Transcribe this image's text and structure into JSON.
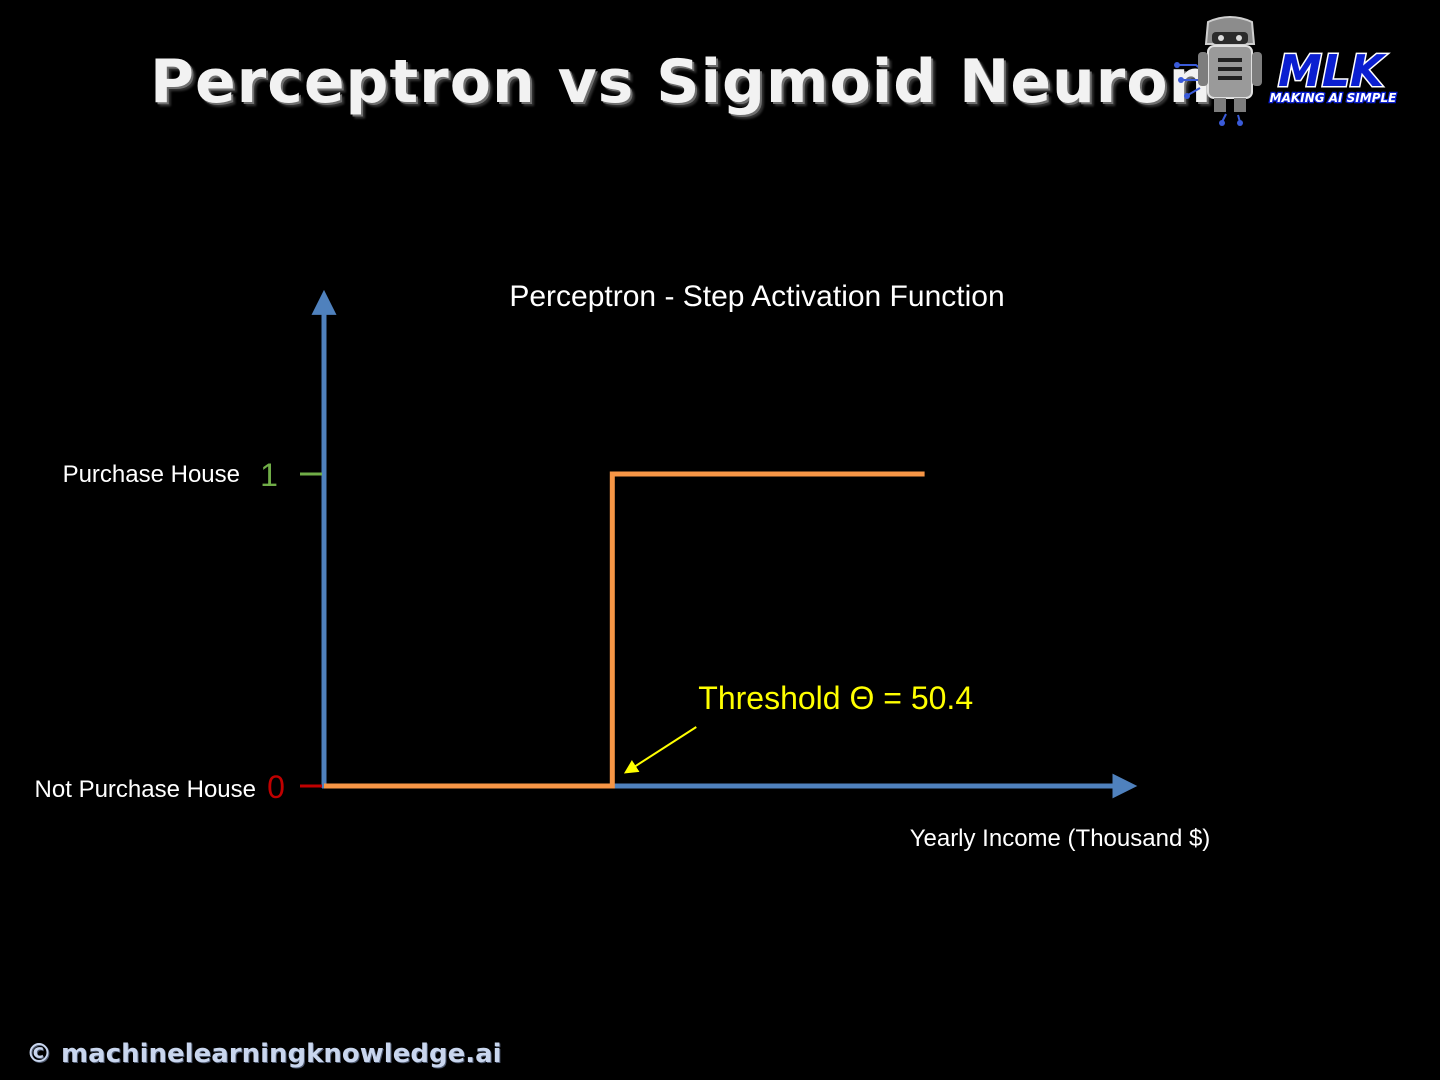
{
  "header": {
    "title": "Perceptron vs Sigmoid Neuron"
  },
  "logo": {
    "brand": "MLK",
    "tagline": "MAKING AI SIMPLE"
  },
  "footer": {
    "copyright": "© machinelearningknowledge.ai"
  },
  "colors": {
    "axis": "#4f81bd",
    "step_line": "#f79646",
    "tick_one": "#70ad47",
    "tick_zero": "#c00000",
    "annotation": "#ffff00",
    "text": "#ffffff"
  },
  "chart_data": {
    "type": "line",
    "title": "Perceptron - Step Activation Function",
    "xlabel": "Yearly Income (Thousand $)",
    "ylabel": "",
    "xlim": [
      0,
      140
    ],
    "ylim": [
      0,
      1.55
    ],
    "grid": false,
    "series": [
      {
        "x": [
          0,
          50.4,
          50.4,
          105
        ],
        "y": [
          0,
          0,
          1,
          1
        ]
      }
    ],
    "y_ticks": [
      {
        "value": 1,
        "label": "1",
        "category": "Purchase House"
      },
      {
        "value": 0,
        "label": "0",
        "category": "Not Purchase House"
      }
    ],
    "annotations": [
      {
        "text": "Threshold Θ = 50.4",
        "x": 50.4,
        "y": 0
      }
    ]
  }
}
